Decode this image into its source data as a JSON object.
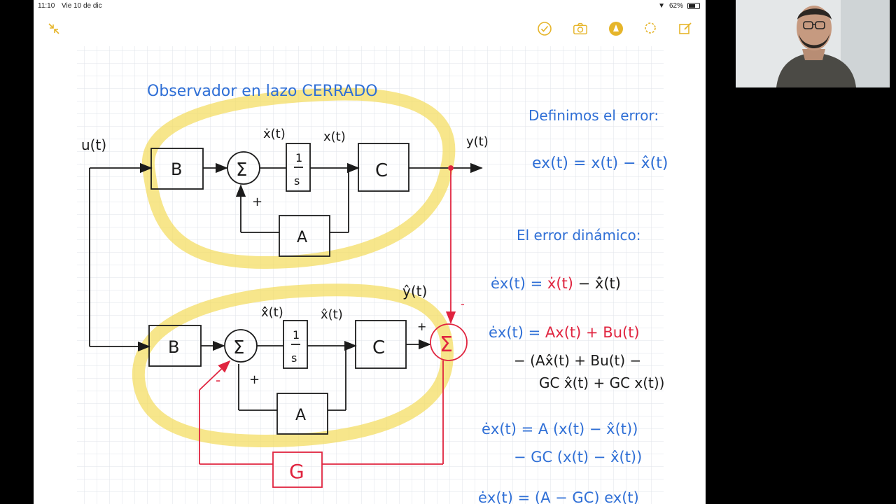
{
  "status": {
    "time": "11:10",
    "date": "Vie 10 de dic",
    "battery": "62%"
  },
  "toolbar": {
    "collapse_icon": "collapse-arrows-icon",
    "items": [
      {
        "name": "check-icon"
      },
      {
        "name": "camera-icon"
      },
      {
        "name": "pen-circle-icon"
      },
      {
        "name": "lasso-icon"
      },
      {
        "name": "edit-icon"
      }
    ]
  },
  "title": "Observador en lazo CERRADO",
  "diagram": {
    "plant": {
      "input": "u(t)",
      "block_b": "B",
      "sum": "Σ",
      "integrator_num": "1",
      "integrator_den": "s",
      "block_c": "C",
      "block_a": "A",
      "xdot": "ẋ(t)",
      "x": "x(t)",
      "y": "y(t)",
      "plus": "+"
    },
    "observer": {
      "block_b": "B",
      "sum": "Σ",
      "integrator_num": "1",
      "integrator_den": "s",
      "block_c": "C",
      "block_a": "A",
      "xhatdot": "x̂̇(t)",
      "xhat": "x̂(t)",
      "yhat": "ŷ(t)",
      "plus": "+",
      "minus": "-"
    },
    "error_sum": {
      "symbol": "Σ",
      "plus": "+",
      "minus": "-"
    },
    "gain": "G"
  },
  "notes": {
    "define_error": "Definimos el error:",
    "error_eq": "ex(t) = x(t) − x̂(t)",
    "dynamic_error": "El error dinámico:",
    "eq1_lhs": "ėx(t) = ",
    "eq1_red": "ẋ(t)",
    "eq1_rest": " − x̂̇(t)",
    "eq2_lhs": "ėx(t) = ",
    "eq2_red": "Ax(t) + Bu(t)",
    "eq2_line2": "− (Ax̂(t) + Bu(t) −",
    "eq2_line3": "GC x̂(t) + GC x(t))",
    "eq3_line1": "ėx(t) = A (x(t) − x̂(t))",
    "eq3_line2": "− GC (x(t) − x̂(t))",
    "eq4": "ėx(t) = (A − GC) ex(t)"
  },
  "colors": {
    "blue": "#2f6fd6",
    "red": "#e0243f",
    "yellow": "#f3dc5a",
    "ink": "#1b1b1b",
    "grid": "#dfe3ea",
    "toolbar_icon": "#e6b52a"
  }
}
